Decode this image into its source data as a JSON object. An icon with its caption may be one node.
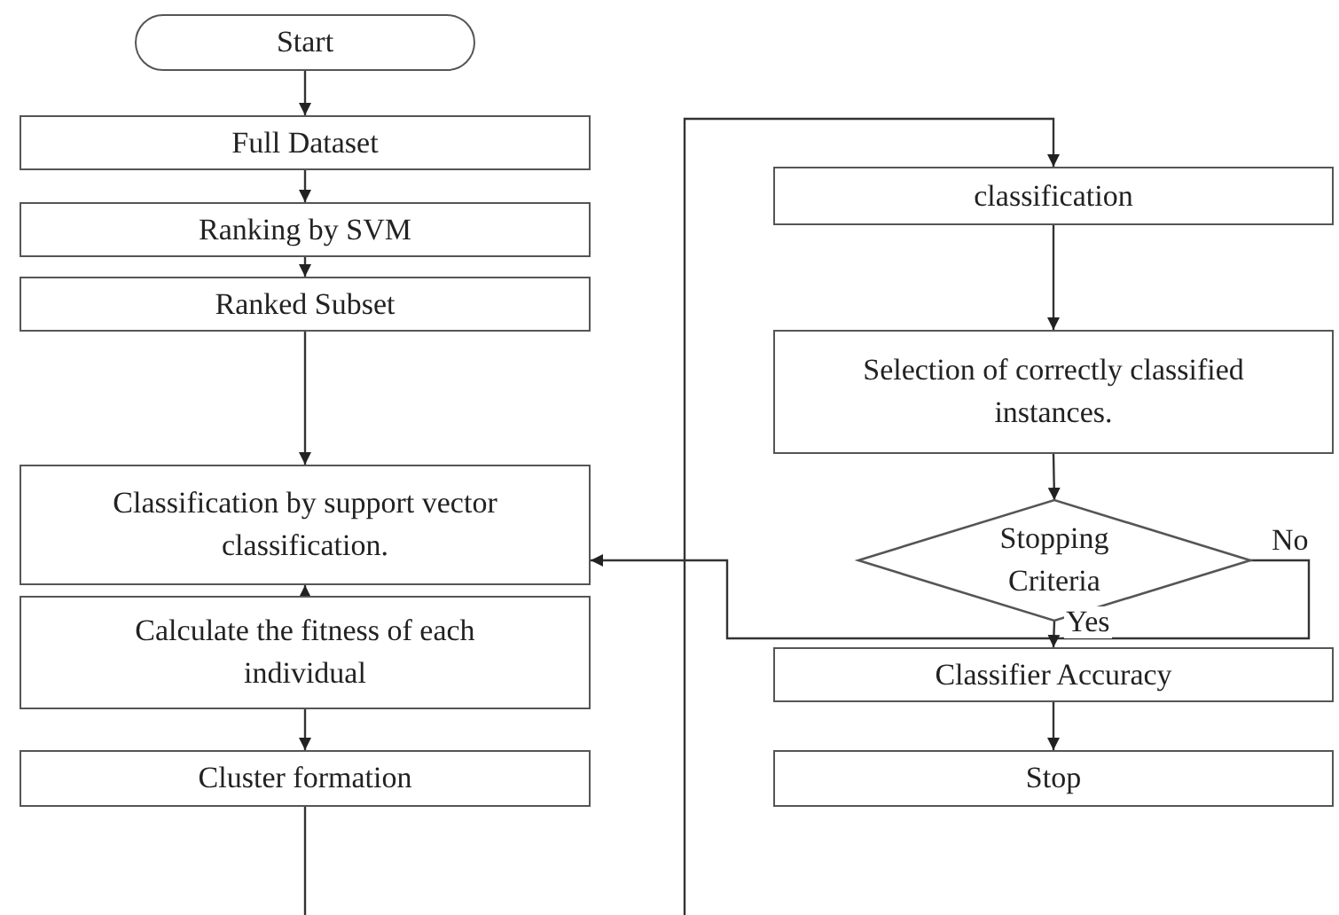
{
  "diagram": {
    "nodes": [
      {
        "text": [
          "Start"
        ]
      },
      {
        "text": [
          "Full Dataset"
        ]
      },
      {
        "text": [
          "Ranking by SVM"
        ]
      },
      {
        "text": [
          "Ranked Subset"
        ]
      },
      {
        "text": [
          "Classification by support vector classification."
        ]
      },
      {
        "text": [
          "Calculate the fitness of each individual"
        ]
      },
      {
        "text": [
          "Cluster formation"
        ]
      },
      {
        "text": [
          "classification"
        ]
      },
      {
        "text": [
          "Selection of correctly classified instances."
        ]
      },
      {
        "text": [
          "Stopping Criteria"
        ]
      },
      {
        "text": [
          "Classifier Accuracy"
        ]
      },
      {
        "text": [
          "Stop"
        ]
      }
    ],
    "edges": [
      {
        "from": 0,
        "to": 1,
        "arrow": "to"
      },
      {
        "from": 1,
        "to": 2,
        "arrow": "to"
      },
      {
        "from": 2,
        "to": 3,
        "arrow": "to"
      },
      {
        "from": 3,
        "to": 4,
        "arrow": "to"
      },
      {
        "from": 5,
        "to": 4,
        "arrow": "to"
      },
      {
        "from": 5,
        "to": 6,
        "arrow": "to"
      },
      {
        "from": 6,
        "to": null,
        "arrow": "none"
      },
      {
        "from": null,
        "to": 7,
        "arrow": "to"
      },
      {
        "from": 7,
        "to": 8,
        "arrow": "to"
      },
      {
        "from": 8,
        "to": 9,
        "arrow": "to"
      },
      {
        "from": 9,
        "to": 4,
        "arrow": "to",
        "label": "No"
      },
      {
        "from": 9,
        "to": 10,
        "arrow": "to",
        "label": "Yes"
      },
      {
        "from": 10,
        "to": 11,
        "arrow": "to"
      }
    ]
  }
}
